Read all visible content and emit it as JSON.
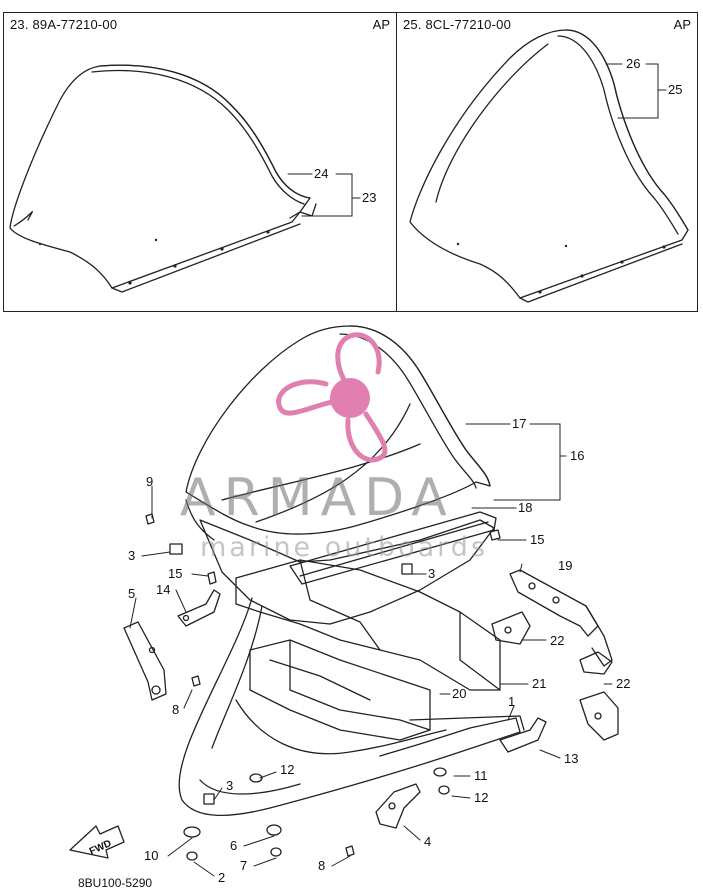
{
  "panels": [
    {
      "title": "23. 89A-77210-00",
      "tag": "AP"
    },
    {
      "title": "25. 8CL-77210-00",
      "tag": "AP"
    }
  ],
  "watermark": {
    "brand": "ARMADA",
    "subtitle": "marine outboards",
    "color": "#e07fb0"
  },
  "footer_code": "8BU100-5290",
  "fwd_label": "FWD",
  "callouts": {
    "c23": "23",
    "c24": "24",
    "c25": "25",
    "c26": "26",
    "c1": "1",
    "c2": "2",
    "c3a": "3",
    "c3b": "3",
    "c3c": "3",
    "c4": "4",
    "c5": "5",
    "c6": "6",
    "c7": "7",
    "c8a": "8",
    "c8b": "8",
    "c9": "9",
    "c10": "10",
    "c11": "11",
    "c12a": "12",
    "c12b": "12",
    "c13": "13",
    "c14": "14",
    "c15a": "15",
    "c15b": "15",
    "c16": "16",
    "c17": "17",
    "c18": "18",
    "c19": "19",
    "c20": "20",
    "c21": "21",
    "c22a": "22",
    "c22b": "22"
  }
}
